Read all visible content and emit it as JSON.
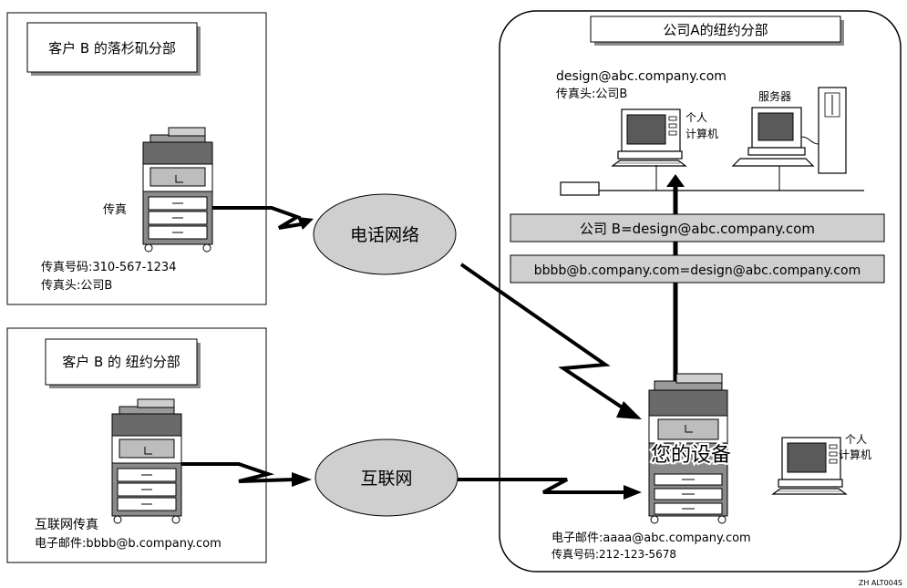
{
  "la_office": {
    "title": "客户 B 的落杉矶分部",
    "device_label": "传真",
    "fax_number": "传真号码:310-567-1234",
    "fax_header": "传真头:公司B"
  },
  "ny_client_office": {
    "title": "客户 B 的 纽约分部",
    "device_label": "互联网传真",
    "email": "电子邮件:bbbb@b.company.com"
  },
  "networks": {
    "phone": "电话网络",
    "internet": "互联网"
  },
  "company_a": {
    "title": "公司A的纽约分部",
    "pc_email": "design@abc.company.com",
    "pc_fax_header": "传真头:公司B",
    "pc_label_line1": "个人",
    "pc_label_line2": "计算机",
    "server_label": "服务器",
    "mapping1": "公司 B=design@abc.company.com",
    "mapping2": "bbbb@b.company.com=design@abc.company.com",
    "device_label": "您的设备",
    "device_email": "电子邮件:aaaa@abc.company.com",
    "device_fax": "传真号码:212-123-5678",
    "pc2_label_line1": "个人",
    "pc2_label_line2": "计算机"
  },
  "figure_code": "ZH ALT004S"
}
